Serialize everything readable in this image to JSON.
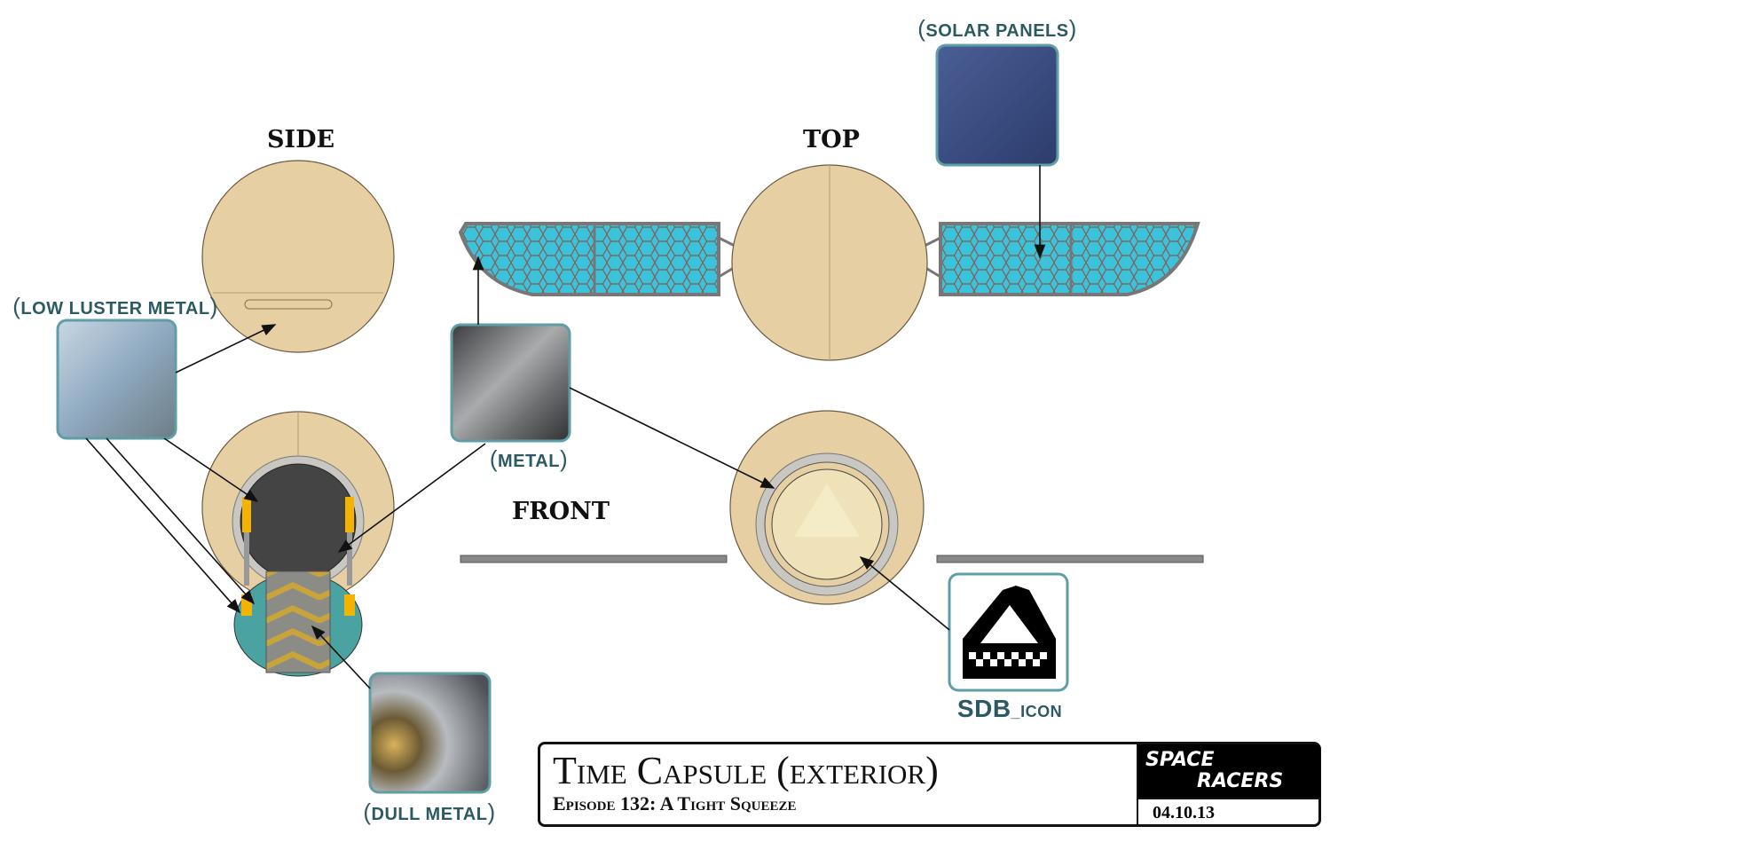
{
  "views": {
    "side": "SIDE",
    "top": "TOP",
    "front": "FRONT"
  },
  "callouts": {
    "low_luster_metal": "LOW LUSTER METAL",
    "metal": "METAL",
    "solar_panels": "SOLAR PANELS",
    "dull_metal": "DULL METAL",
    "sdb_icon_main": "SDB",
    "sdb_icon_suffix": "_ICON"
  },
  "title_block": {
    "title": "Time Capsule (exterior)",
    "subtitle": "Episode 132: A Tight Squeeze",
    "logo_line1": "SPACE",
    "logo_line2": "RACERS",
    "date": "04.10.13"
  },
  "colors": {
    "hull": "#e6d0a3",
    "accent_teal": "#2c5a63",
    "solar": "#3cc3dc",
    "hatch_teal": "#4aa3a0",
    "hazard": "#f2b400"
  }
}
